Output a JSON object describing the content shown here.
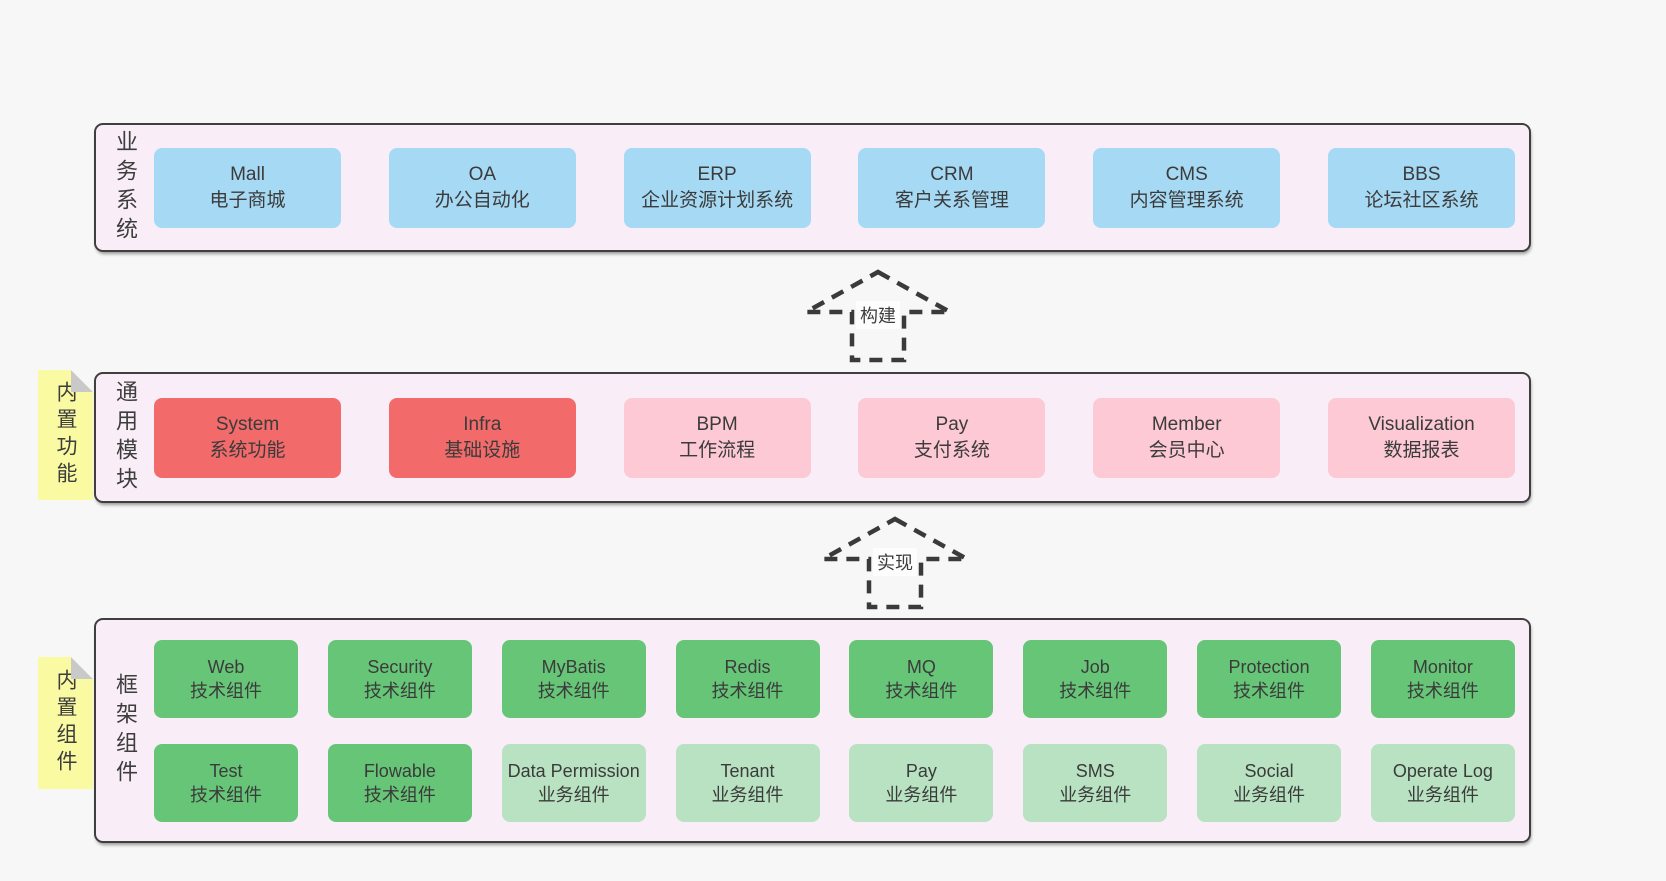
{
  "colors": {
    "page_bg": "#f7f7f7",
    "container_bg": "#f9eef8",
    "container_border": "#3f3f3f",
    "box_blue": "#a6d9f4",
    "box_red": "#f36a6a",
    "box_pink": "#fcc9d4",
    "box_green": "#66c577",
    "box_green_light": "#b8e2c1",
    "sticky_bg": "#fafaa2",
    "sticky_fold": "#c9c9c9",
    "text": "#3d3d3d",
    "arrow": "#3a3a3a"
  },
  "arrows": [
    {
      "label": "构建"
    },
    {
      "label": "实现"
    }
  ],
  "layers": [
    {
      "title": "业务系统",
      "boxes": [
        {
          "name": "Mall",
          "desc": "电子商城"
        },
        {
          "name": "OA",
          "desc": "办公自动化"
        },
        {
          "name": "ERP",
          "desc": "企业资源计划系统"
        },
        {
          "name": "CRM",
          "desc": "客户关系管理"
        },
        {
          "name": "CMS",
          "desc": "内容管理系统"
        },
        {
          "name": "BBS",
          "desc": "论坛社区系统"
        }
      ]
    },
    {
      "title": "通用模块",
      "sticky": "内置功能",
      "boxes": [
        {
          "name": "System",
          "desc": "系统功能"
        },
        {
          "name": "Infra",
          "desc": "基础设施"
        },
        {
          "name": "BPM",
          "desc": "工作流程"
        },
        {
          "name": "Pay",
          "desc": "支付系统"
        },
        {
          "name": "Member",
          "desc": "会员中心"
        },
        {
          "name": "Visualization",
          "desc": "数据报表"
        }
      ]
    },
    {
      "title": "框架组件",
      "sticky": "内置组件",
      "rows": [
        [
          {
            "name": "Web",
            "desc": "技术组件"
          },
          {
            "name": "Security",
            "desc": "技术组件"
          },
          {
            "name": "MyBatis",
            "desc": "技术组件"
          },
          {
            "name": "Redis",
            "desc": "技术组件"
          },
          {
            "name": "MQ",
            "desc": "技术组件"
          },
          {
            "name": "Job",
            "desc": "技术组件"
          },
          {
            "name": "Protection",
            "desc": "技术组件"
          },
          {
            "name": "Monitor",
            "desc": "技术组件"
          }
        ],
        [
          {
            "name": "Test",
            "desc": "技术组件"
          },
          {
            "name": "Flowable",
            "desc": "技术组件"
          },
          {
            "name": "Data Permission",
            "desc": "业务组件"
          },
          {
            "name": "Tenant",
            "desc": "业务组件"
          },
          {
            "name": "Pay",
            "desc": "业务组件"
          },
          {
            "name": "SMS",
            "desc": "业务组件"
          },
          {
            "name": "Social",
            "desc": "业务组件"
          },
          {
            "name": "Operate Log",
            "desc": "业务组件"
          }
        ]
      ]
    }
  ]
}
